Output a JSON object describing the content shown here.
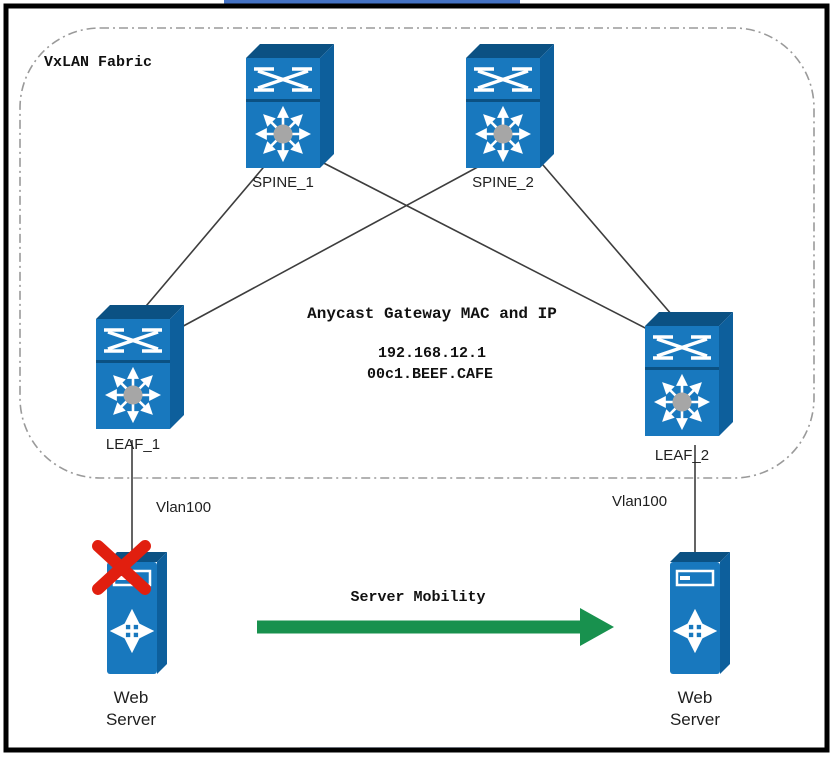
{
  "diagram": {
    "fabric_label": "VxLAN Fabric",
    "nodes": {
      "spine1": {
        "label": "SPINE_1"
      },
      "spine2": {
        "label": "SPINE_2"
      },
      "leaf1": {
        "label": "LEAF_1"
      },
      "leaf2": {
        "label": "LEAF_2"
      },
      "server1": {
        "label_line1": "Web",
        "label_line2": "Server"
      },
      "server2": {
        "label_line1": "Web",
        "label_line2": "Server"
      }
    },
    "annotations": {
      "anycast_title": "Anycast Gateway MAC and IP",
      "anycast_ip": "192.168.12.1",
      "anycast_mac": "00c1.BEEF.CAFE",
      "vlan_left": "Vlan100",
      "vlan_right": "Vlan100",
      "mobility_label": "Server Mobility"
    },
    "links": [
      {
        "from": "SPINE_1",
        "to": "LEAF_1"
      },
      {
        "from": "SPINE_1",
        "to": "LEAF_2"
      },
      {
        "from": "SPINE_2",
        "to": "LEAF_1"
      },
      {
        "from": "SPINE_2",
        "to": "LEAF_2"
      },
      {
        "from": "LEAF_1",
        "to": "Web Server (left)",
        "vlan": "Vlan100",
        "status": "failed"
      },
      {
        "from": "LEAF_2",
        "to": "Web Server (right)",
        "vlan": "Vlan100",
        "status": "active"
      }
    ],
    "colors": {
      "switch_blue": "#1878BE",
      "switch_shade": "#0B5183",
      "switch_side": "#0D5F9C",
      "arrow_green": "#18914E",
      "failure_red": "#E11F0F",
      "boundary_gray": "#9A9A9A",
      "frame_black": "#000000"
    }
  }
}
